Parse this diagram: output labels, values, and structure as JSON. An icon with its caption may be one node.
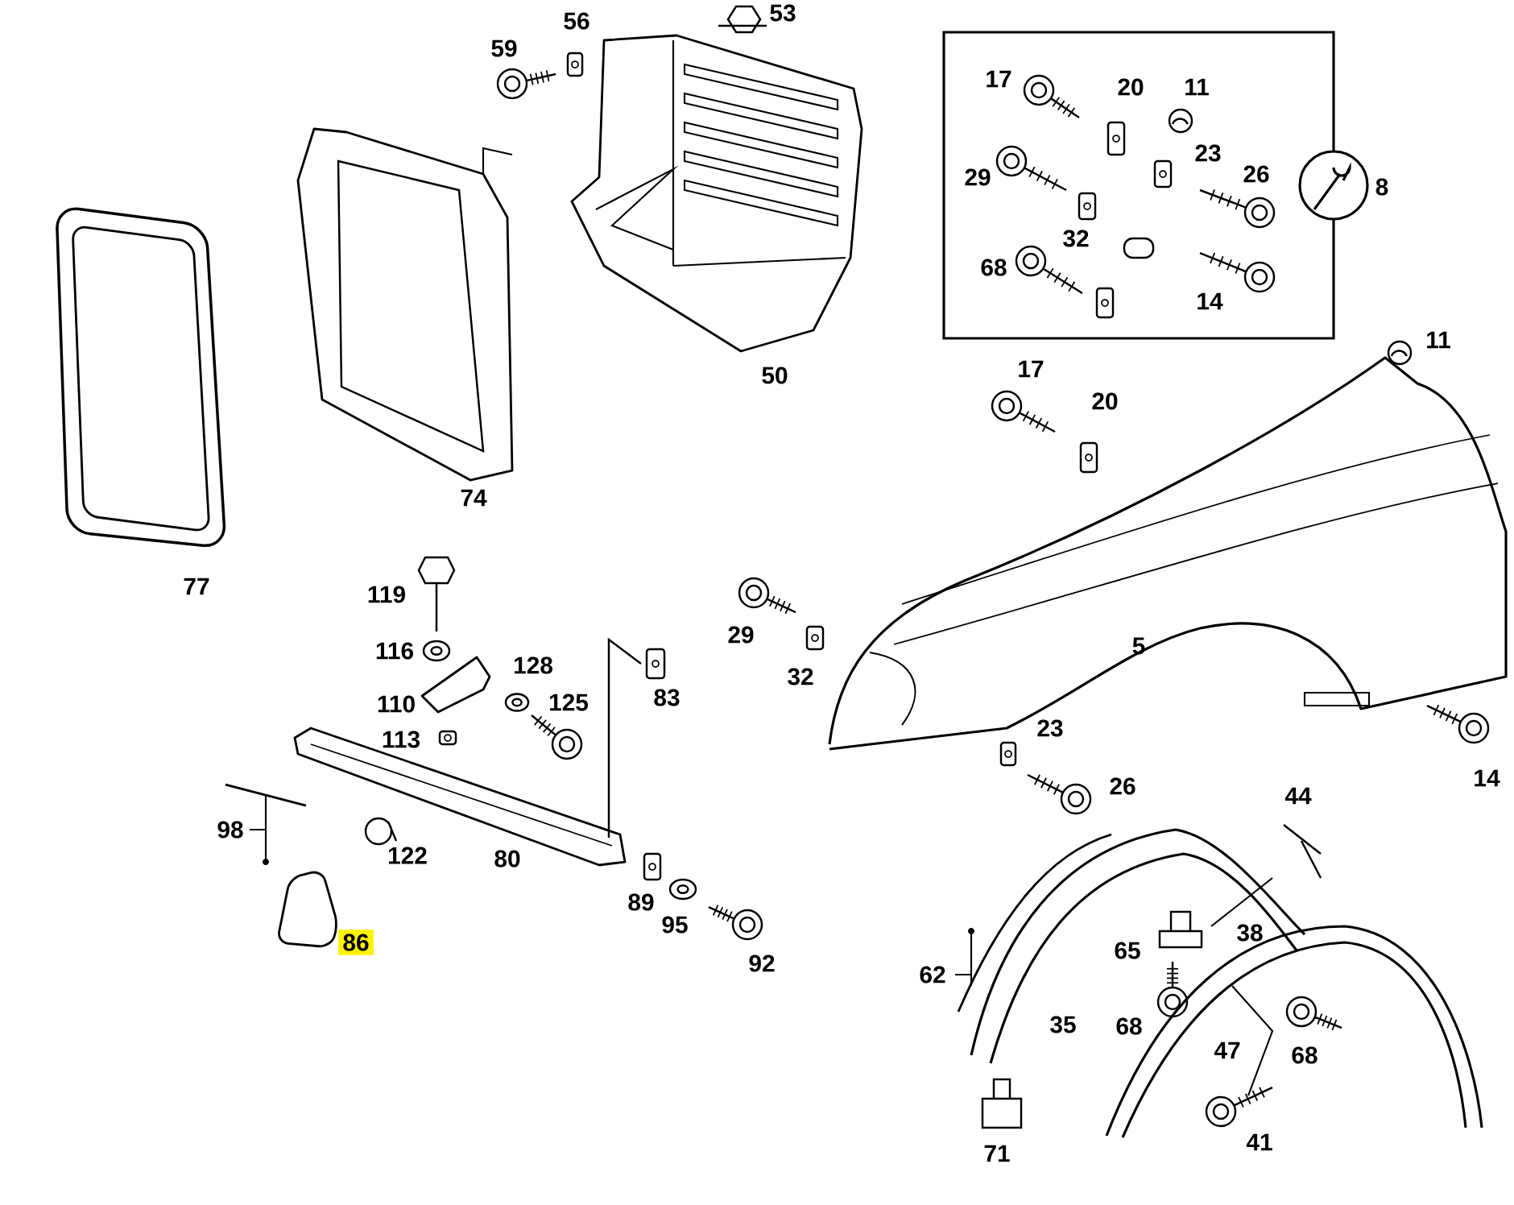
{
  "diagram": {
    "labels": [
      "53",
      "59",
      "56",
      "17",
      "20",
      "11",
      "29",
      "23",
      "26",
      "8",
      "32",
      "68",
      "14",
      "50",
      "11",
      "17",
      "20",
      "74",
      "77",
      "119",
      "29",
      "116",
      "128",
      "83",
      "32",
      "110",
      "125",
      "5",
      "113",
      "23",
      "26",
      "14",
      "44",
      "98",
      "122",
      "80",
      "38",
      "89",
      "95",
      "65",
      "86",
      "62",
      "92",
      "35",
      "68",
      "47",
      "68",
      "71",
      "41"
    ]
  }
}
